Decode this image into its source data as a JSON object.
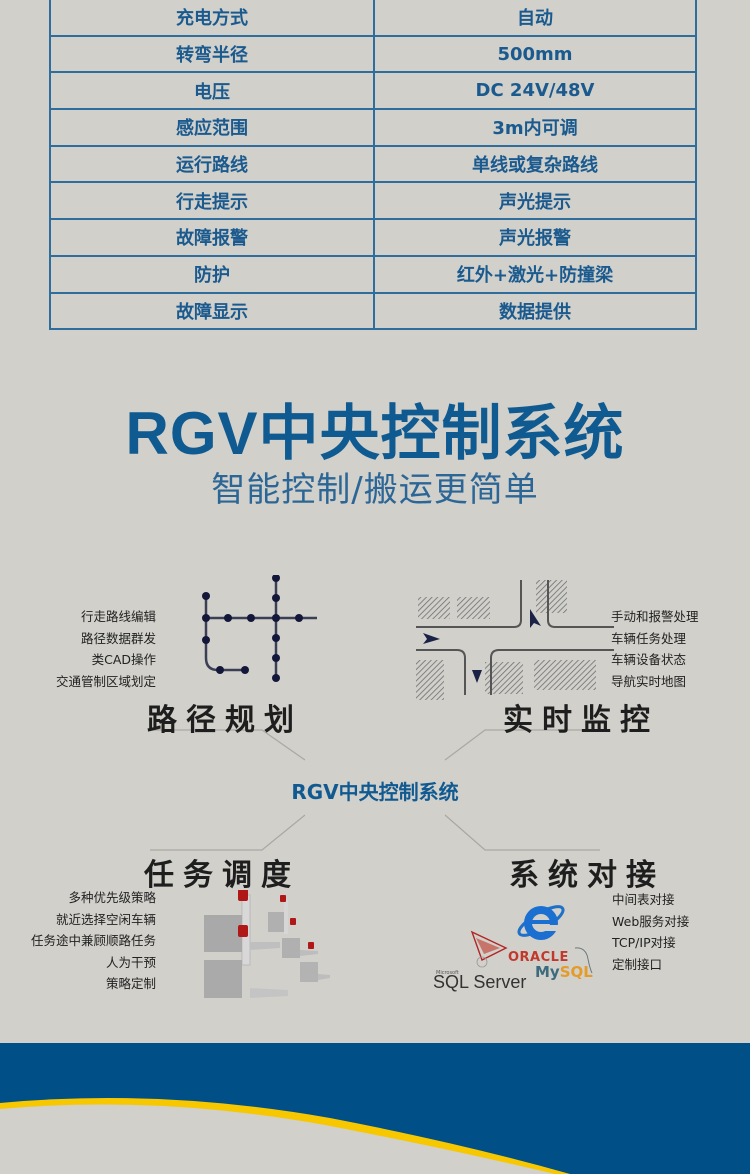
{
  "spec_table": {
    "rows": [
      {
        "key": "充电方式",
        "value": "自动"
      },
      {
        "key": "转弯半径",
        "value": "500mm"
      },
      {
        "key": "电压",
        "value": "DC 24V/48V"
      },
      {
        "key": "感应范围",
        "value": "3m内可调"
      },
      {
        "key": "运行路线",
        "value": "单线或复杂路线"
      },
      {
        "key": "行走提示",
        "value": "声光提示"
      },
      {
        "key": "故障报警",
        "value": "声光报警"
      },
      {
        "key": "防护",
        "value": "红外+激光+防撞梁"
      },
      {
        "key": "故障显示",
        "value": "数据提供"
      }
    ]
  },
  "header": {
    "title": "RGV中央控制系统",
    "subtitle": "智能控制/搬运更简单"
  },
  "diagram": {
    "center_label": "RGV中央控制系统",
    "quadrants": {
      "path_planning": {
        "title": "路径规划",
        "features": [
          "行走路线编辑",
          "路径数据群发",
          "类CAD操作",
          "交通管制区域划定"
        ],
        "icon": "path-graph-icon"
      },
      "realtime_monitor": {
        "title": "实时监控",
        "features": [
          "手动和报警处理",
          "车辆任务处理",
          "车辆设备状态",
          "导航实时地图"
        ],
        "icon": "road-map-icon"
      },
      "task_scheduling": {
        "title": "任务调度",
        "features": [
          "多种优先级策略",
          "就近选择空闲车辆",
          "任务途中兼顾顺路任务",
          "人为干预",
          "策略定制"
        ],
        "icon": "rgv-vehicles-icon"
      },
      "system_integration": {
        "title": "系统对接",
        "features": [
          "中间表对接",
          "Web服务对接",
          "TCP/IP对接",
          "定制接口"
        ],
        "icon": "database-logos-icon",
        "logos": {
          "sql_server": "SQL Server",
          "sql_server_brand": "Microsoft",
          "oracle": "ORACLE",
          "mysql_a": "My",
          "mysql_b": "SQL"
        }
      }
    }
  },
  "colors": {
    "background": "#d1d0cb",
    "brand_blue": "#0f5a90",
    "table_border": "#2f6d9c",
    "footer_blue": "#005087",
    "footer_accent": "#f7c800"
  }
}
